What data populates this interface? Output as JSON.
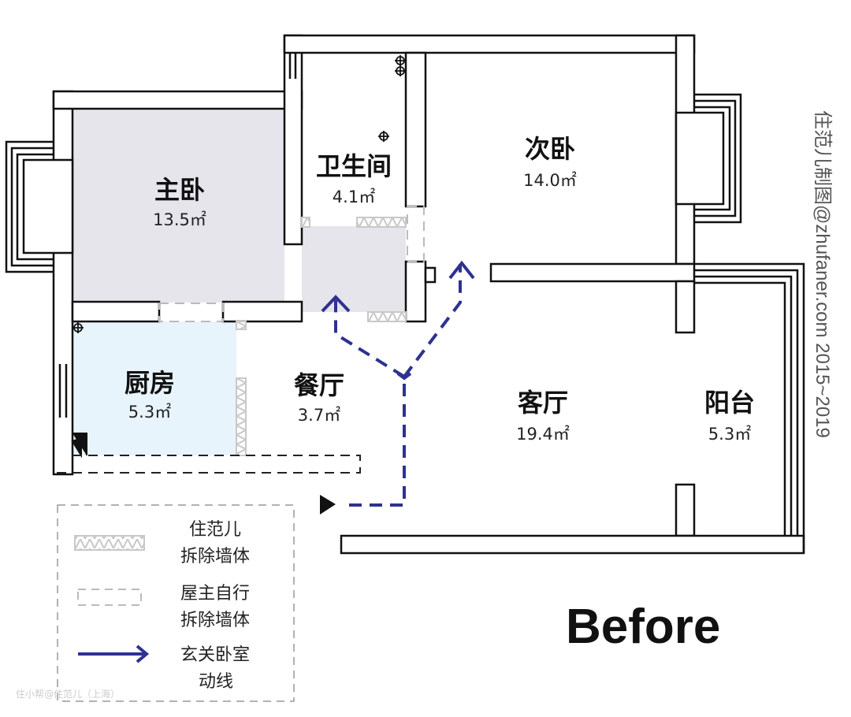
{
  "rooms": [
    {
      "name": "主卧",
      "area": "13.5㎡"
    },
    {
      "name": "卫生间",
      "area": "4.1㎡"
    },
    {
      "name": "次卧",
      "area": "14.0㎡"
    },
    {
      "name": "厨房",
      "area": "5.3㎡"
    },
    {
      "name": "餐厅",
      "area": "3.7㎡"
    },
    {
      "name": "客厅",
      "area": "19.4㎡"
    },
    {
      "name": "阳台",
      "area": "5.3㎡"
    }
  ],
  "legend": [
    {
      "line1": "住范儿",
      "line2": "拆除墙体"
    },
    {
      "line1": "屋主自行",
      "line2": "拆除墙体"
    },
    {
      "line1": "玄关卧室",
      "line2": "动线"
    }
  ],
  "title": "Before",
  "credit": "住范儿制图@zhufaner.com 2015~2019",
  "watermark": "住小帮@住范儿（上海）",
  "colors": {
    "master_fill": "#e6e5ec",
    "kitchen_fill": "#e8f4fc",
    "route": "#2e3192",
    "demolish": "#cfcfcf"
  }
}
